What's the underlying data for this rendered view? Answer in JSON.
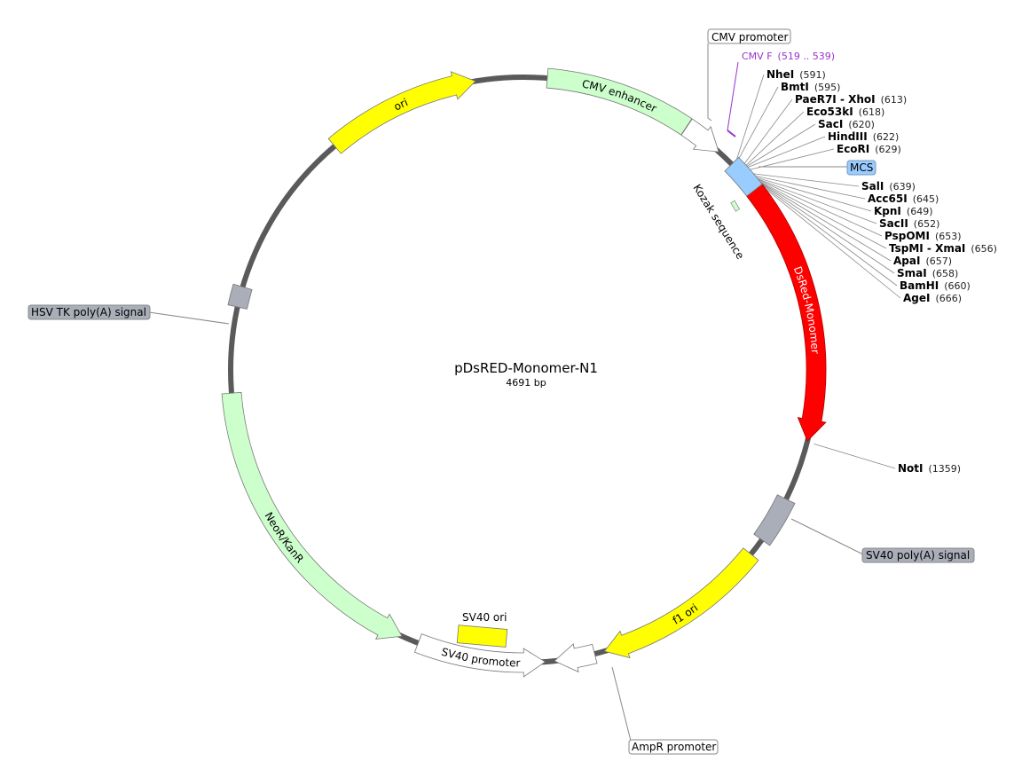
{
  "plasmid": {
    "name": "pDsRED-Monomer-N1",
    "length_label": "4691 bp",
    "length_bp": 4691
  },
  "colors": {
    "backbone": "#5a5a5a",
    "yellow": "#ffff00",
    "light_green": "#ccffcc",
    "red": "#ff0000",
    "white": "#ffffff",
    "gray_feature": "#a9aeb8",
    "mcs_blue": "#99ccff",
    "primer_purple": "#9933cc",
    "leader_gray": "#888888"
  },
  "features": [
    {
      "label": "ori",
      "color": "yellow",
      "start": 4168,
      "end": 4568,
      "direction": "forward",
      "label_inside": true
    },
    {
      "label": "CMV enhancer",
      "color": "light_green",
      "start": 61,
      "end": 441,
      "direction": "none",
      "label_inside": true
    },
    {
      "label": "",
      "color": "white",
      "start": 442,
      "end": 545,
      "direction": "forward",
      "label_inside": false
    },
    {
      "label": "DsRed-Monomer",
      "color": "red",
      "start": 679,
      "end": 1356,
      "direction": "forward",
      "label_inside": true
    },
    {
      "label": "",
      "color": "gray_feature",
      "start": 1514,
      "end": 1635,
      "direction": "none",
      "label_inside": false
    },
    {
      "label": "f1 ori",
      "color": "yellow",
      "start": 1681,
      "end": 2136,
      "direction": "forward",
      "label_inside": true
    },
    {
      "label": "",
      "color": "white",
      "start": 2162,
      "end": 2266,
      "direction": "forward",
      "label_inside": false
    },
    {
      "label": "SV40 promoter",
      "color": "white",
      "start": 2290,
      "end": 2620,
      "direction": "reverse",
      "label_inside": true
    },
    {
      "label": "NeoR/KanR",
      "color": "light_green",
      "start": 2665,
      "end": 3459,
      "direction": "reverse",
      "label_inside": true
    },
    {
      "label": "",
      "color": "gray_feature",
      "start": 3680,
      "end": 3733,
      "direction": "none",
      "label_inside": false
    },
    {
      "label": "",
      "color": "mcs_blue",
      "start": 591,
      "end": 679,
      "direction": "none",
      "label_inside": false
    }
  ],
  "callouts": [
    {
      "label": "CMV promoter",
      "box_color": "white"
    },
    {
      "label": "MCS",
      "box_color": "mcs_blue"
    },
    {
      "label": "SV40 poly(A) signal",
      "box_color": "gray_feature"
    },
    {
      "label": "HSV TK poly(A) signal",
      "box_color": "gray_feature"
    },
    {
      "label": "AmpR promoter",
      "box_color": "white"
    }
  ],
  "inner_features": {
    "sv40_ori": "SV40 ori",
    "kozak": "Kozak sequence"
  },
  "primer": {
    "name": "CMV F",
    "range": "(519 .. 539)"
  },
  "sites": [
    {
      "name": "NheI",
      "pos": "(591)",
      "bp": 591
    },
    {
      "name": "BmtI",
      "pos": "(595)",
      "bp": 595
    },
    {
      "name": "PaeR7I - XhoI",
      "pos": "(613)",
      "bp": 613
    },
    {
      "name": "Eco53kI",
      "pos": "(618)",
      "bp": 618
    },
    {
      "name": "SacI",
      "pos": "(620)",
      "bp": 620
    },
    {
      "name": "HindIII",
      "pos": "(622)",
      "bp": 622
    },
    {
      "name": "EcoRI",
      "pos": "(629)",
      "bp": 629
    },
    {
      "name": "SalI",
      "pos": "(639)",
      "bp": 639
    },
    {
      "name": "Acc65I",
      "pos": "(645)",
      "bp": 645
    },
    {
      "name": "KpnI",
      "pos": "(649)",
      "bp": 649
    },
    {
      "name": "SacII",
      "pos": "(652)",
      "bp": 652
    },
    {
      "name": "PspOMI",
      "pos": "(653)",
      "bp": 653
    },
    {
      "name": "TspMI - XmaI",
      "pos": "(656)",
      "bp": 656
    },
    {
      "name": "ApaI",
      "pos": "(657)",
      "bp": 657
    },
    {
      "name": "SmaI",
      "pos": "(658)",
      "bp": 658
    },
    {
      "name": "BamHI",
      "pos": "(660)",
      "bp": 660
    },
    {
      "name": "AgeI",
      "pos": "(666)",
      "bp": 666
    },
    {
      "name": "NotI",
      "pos": "(1359)",
      "bp": 1359
    }
  ]
}
